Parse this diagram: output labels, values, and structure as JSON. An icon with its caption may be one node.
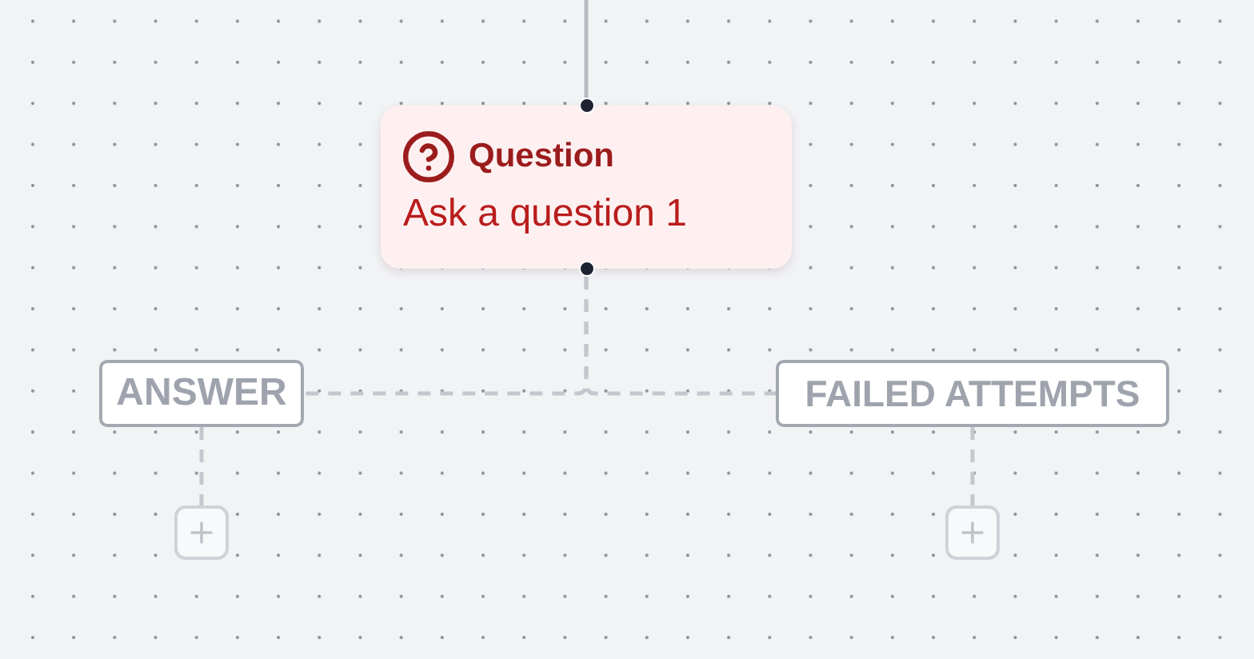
{
  "diagram": {
    "nodes": [
      {
        "text": [
          "Question",
          "Ask a question 1"
        ]
      },
      {
        "text": [
          "ANSWER"
        ]
      },
      {
        "text": [
          "FAILED ATTEMPTS"
        ]
      },
      {
        "text": [],
        "shape": "box"
      },
      {
        "text": [],
        "shape": "box"
      }
    ],
    "edges": [
      {
        "from": null,
        "to": 0,
        "arrow": "none"
      },
      {
        "from": 0,
        "to": 1,
        "arrow": "none",
        "style": "dashed"
      },
      {
        "from": 0,
        "to": 2,
        "arrow": "none",
        "style": "dashed"
      },
      {
        "from": 1,
        "to": 3,
        "arrow": "none",
        "style": "dashed"
      },
      {
        "from": 2,
        "to": 4,
        "arrow": "none",
        "style": "dashed"
      }
    ]
  }
}
